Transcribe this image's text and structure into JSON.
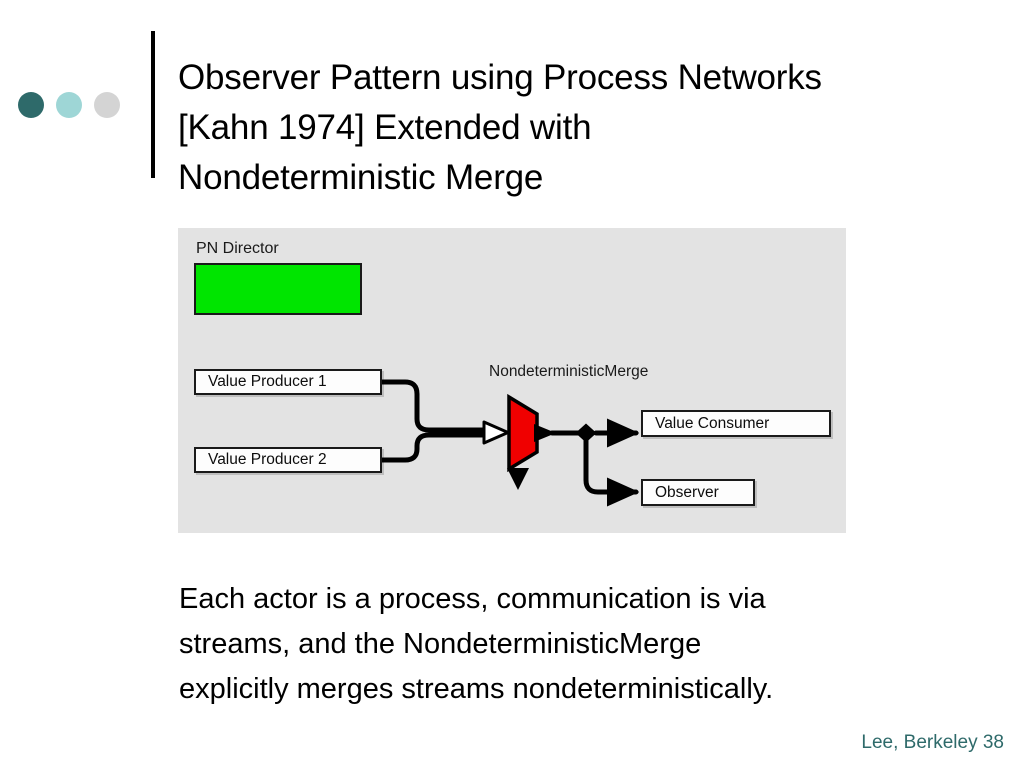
{
  "slide": {
    "title": "Observer Pattern using Process Networks\n[Kahn 1974] Extended with\nNondeterministic Merge",
    "body": "Each actor is a process, communication is via\nstreams, and the NondeterministicMerge\nexplicitly merges streams nondeterministically.",
    "footer": "Lee, Berkeley 38"
  },
  "decor": {
    "dots": [
      {
        "name": "dot-dark-teal",
        "color": "#2e6a6a"
      },
      {
        "name": "dot-light-teal",
        "color": "#9ed6d6"
      },
      {
        "name": "dot-gray",
        "color": "#d4d4d4"
      }
    ],
    "rule_color": "#000000"
  },
  "diagram": {
    "background": "#e3e3e3",
    "director": {
      "label": "PN Director",
      "fill": "#00e500",
      "border": "#1a1a1a"
    },
    "merge": {
      "label": "NondeterministicMerge",
      "fill": "#f00000",
      "border": "#000000"
    },
    "actors": [
      {
        "id": "value-producer-1",
        "label": "Value Producer 1"
      },
      {
        "id": "value-producer-2",
        "label": "Value Producer 2"
      },
      {
        "id": "value-consumer",
        "label": "Value Consumer"
      },
      {
        "id": "observer",
        "label": "Observer"
      }
    ],
    "connections": [
      {
        "from": "value-producer-1",
        "to": "nondeterministic-merge"
      },
      {
        "from": "value-producer-2",
        "to": "nondeterministic-merge"
      },
      {
        "from": "nondeterministic-merge",
        "to": "value-consumer"
      },
      {
        "from": "nondeterministic-merge",
        "to": "observer"
      }
    ]
  }
}
